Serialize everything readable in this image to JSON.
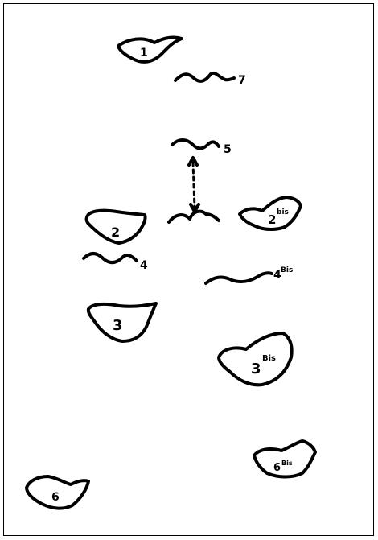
{
  "pieces": [
    {
      "id": "piece-1",
      "label": "1"
    },
    {
      "id": "piece-2",
      "label": "2"
    },
    {
      "id": "piece-2-bis",
      "label": "2",
      "sup": "bis"
    },
    {
      "id": "piece-3",
      "label": "3"
    },
    {
      "id": "piece-3-bis",
      "label": "3",
      "sup": "Bis"
    },
    {
      "id": "piece-6",
      "label": "6"
    },
    {
      "id": "piece-6-bis",
      "label": "6",
      "sup": "Bis"
    }
  ],
  "lines": [
    {
      "id": "line-7",
      "label": "7"
    },
    {
      "id": "line-5",
      "label": "5"
    },
    {
      "id": "line-4",
      "label": "4"
    },
    {
      "id": "line-4-bis",
      "label": "4",
      "sup": "Bis"
    }
  ]
}
